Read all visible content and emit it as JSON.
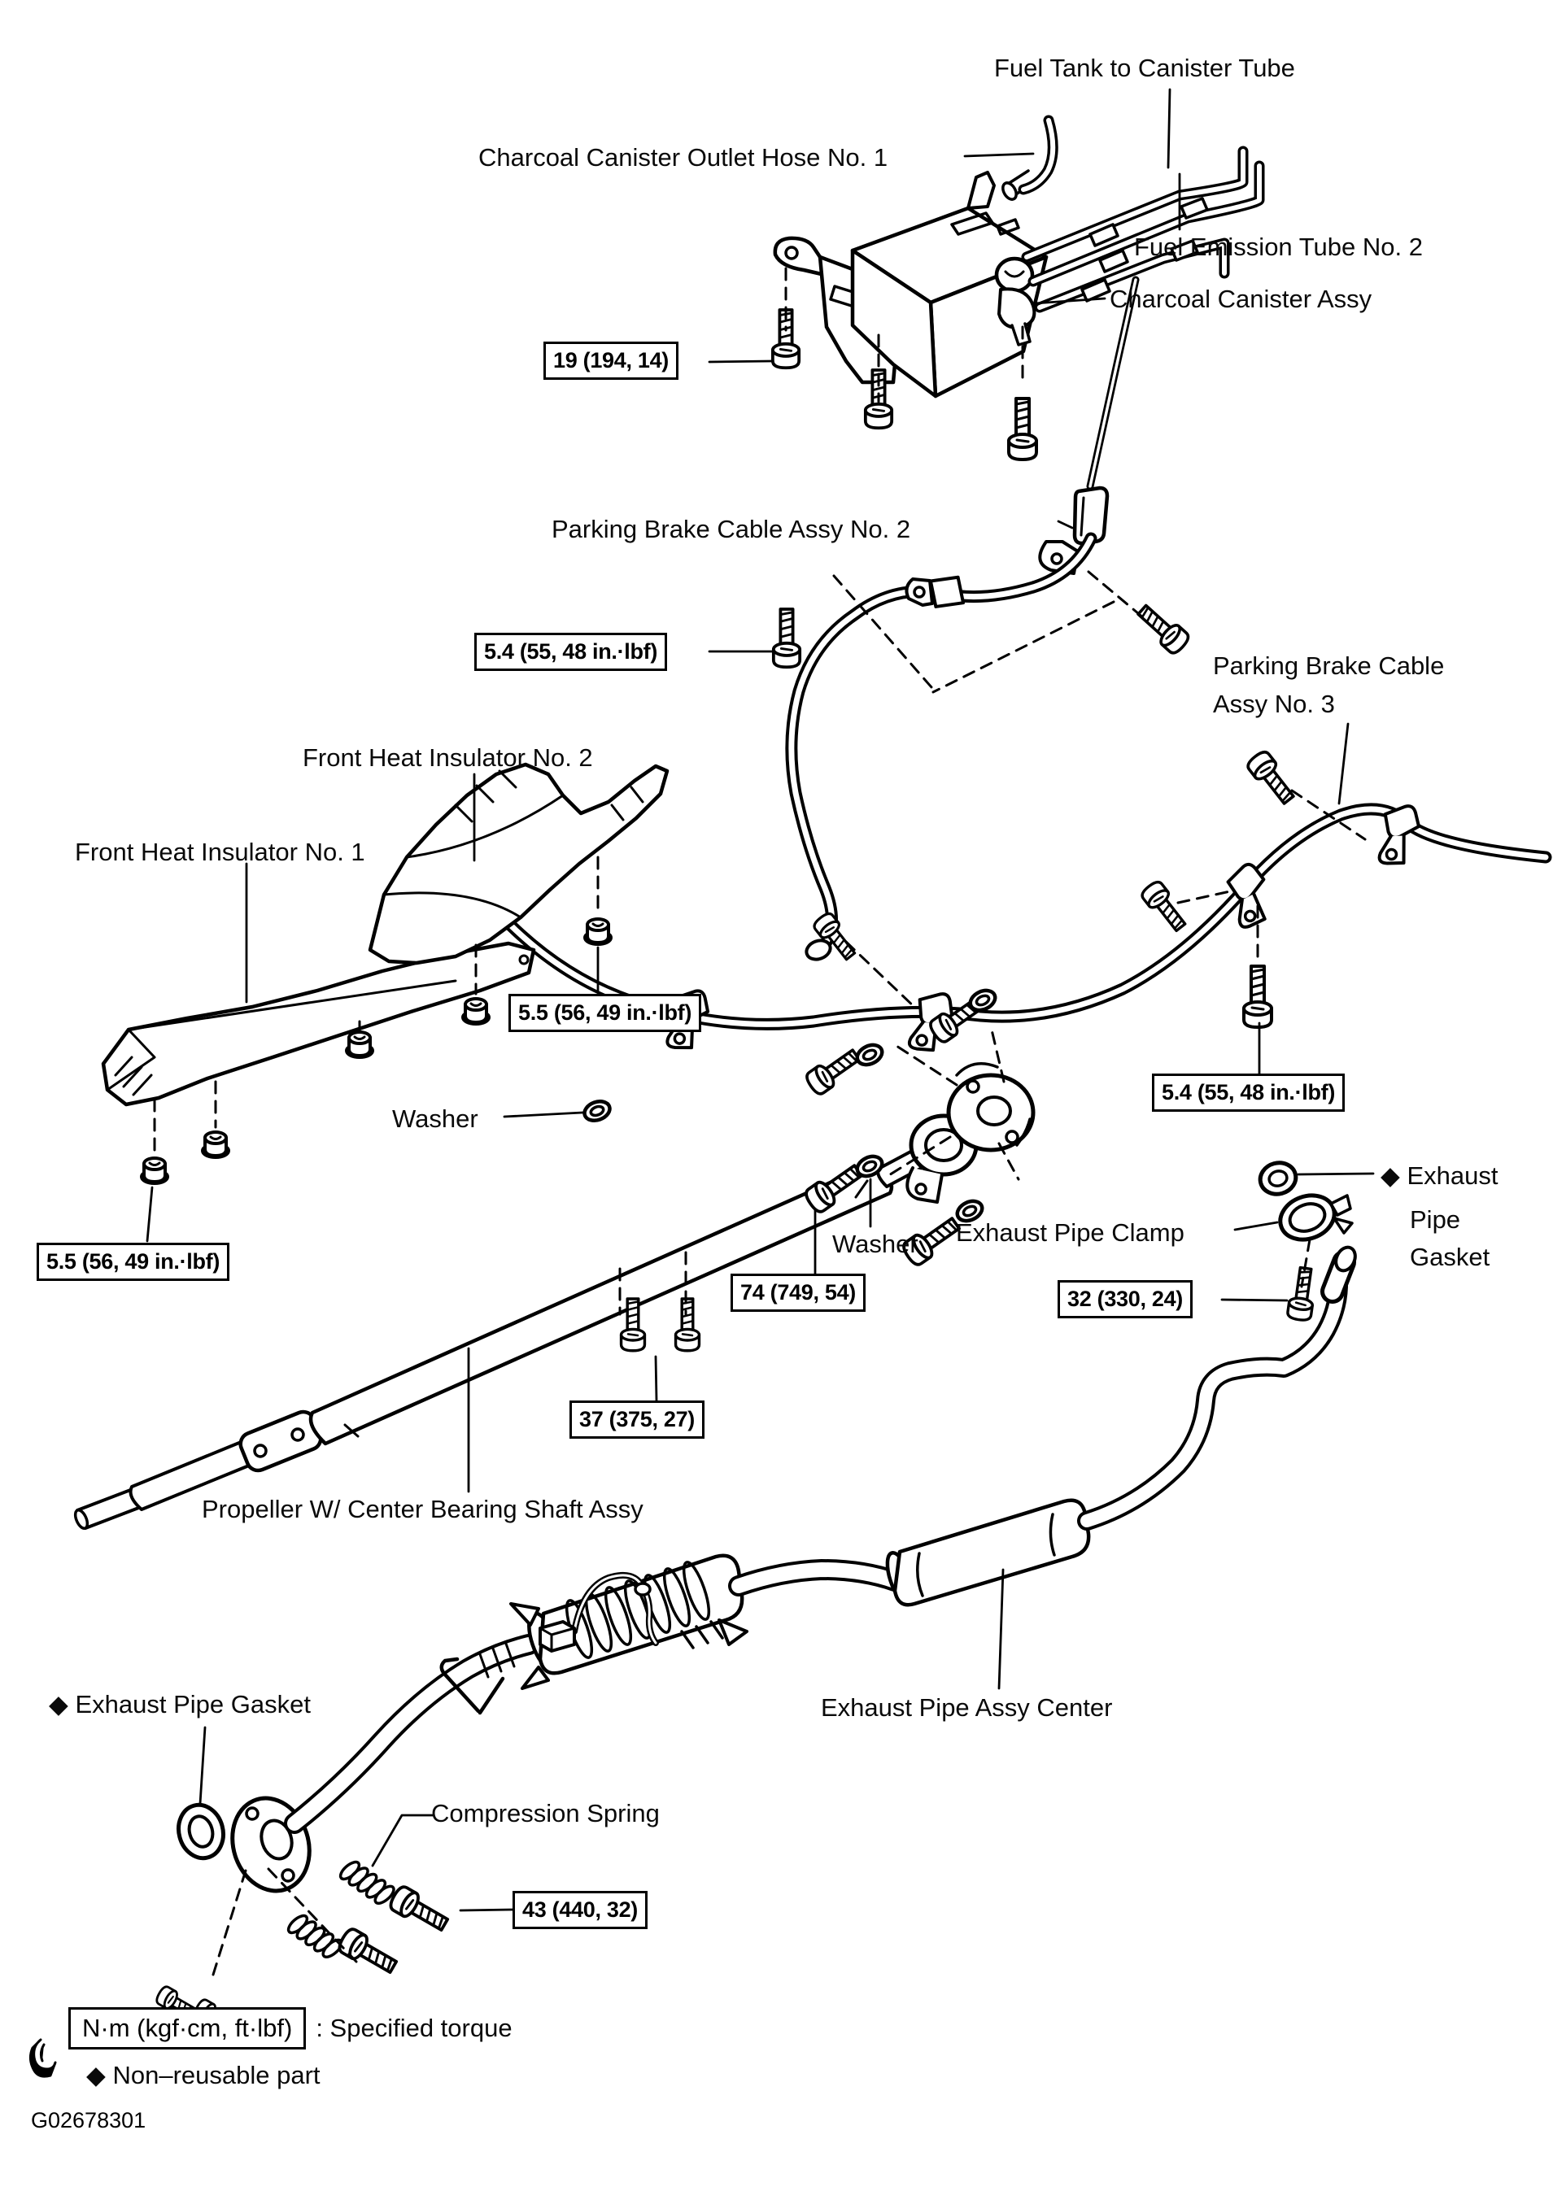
{
  "page": {
    "background": "#ffffff",
    "ink": "#000000"
  },
  "labels": {
    "fuel_tank_to_canister_tube": "Fuel Tank to Canister Tube",
    "charcoal_canister_outlet_hose_no1": "Charcoal Canister Outlet Hose No. 1",
    "fuel_emission_tube_no2": "Fuel Emission Tube No. 2",
    "charcoal_canister_assy": "Charcoal Canister Assy",
    "parking_brake_cable_assy_no2": "Parking Brake Cable Assy No. 2",
    "parking_brake_cable_assy_no3_line1": "Parking Brake Cable",
    "parking_brake_cable_assy_no3_line2": "Assy No. 3",
    "front_heat_insulator_no2": "Front Heat Insulator No. 2",
    "front_heat_insulator_no1": "Front Heat Insulator No. 1",
    "washer_upper": "Washer",
    "washer_lower": "Washer",
    "exhaust_pipe_clamp": "Exhaust Pipe Clamp",
    "exhaust_pipe_gasket_right_line1": "◆ Exhaust",
    "exhaust_pipe_gasket_right_line2": "Pipe",
    "exhaust_pipe_gasket_right_line3": "Gasket",
    "propeller_shaft_assy": "Propeller W/ Center Bearing Shaft Assy",
    "exhaust_pipe_assy_center": "Exhaust Pipe Assy Center",
    "exhaust_pipe_gasket_left": "◆ Exhaust Pipe Gasket",
    "compression_spring": "Compression Spring"
  },
  "torque_specs": {
    "canister_bolt": "19 (194, 14)",
    "brake_cable_no2_clamp": "5.4 (55, 48 in.·lbf)",
    "heat_insulator_no2_nut": "5.5 (56, 49 in.·lbf)",
    "heat_insulator_no1_nut": "5.5 (56, 49 in.·lbf)",
    "brake_cable_no3_clamp": "5.4 (55, 48 in.·lbf)",
    "propeller_shaft_bolt": "74 (749, 54)",
    "exhaust_clamp_bolt": "32 (330, 24)",
    "center_bearing_bolt": "37 (375, 27)",
    "exhaust_flange_bolt": "43 (440, 32)"
  },
  "legend": {
    "torque_unit_box": "N·m (kgf·cm, ft·lbf)",
    "torque_caption": ": Specified torque",
    "non_reusable": "◆ Non–reusable part"
  },
  "figure_code": "G02678301"
}
